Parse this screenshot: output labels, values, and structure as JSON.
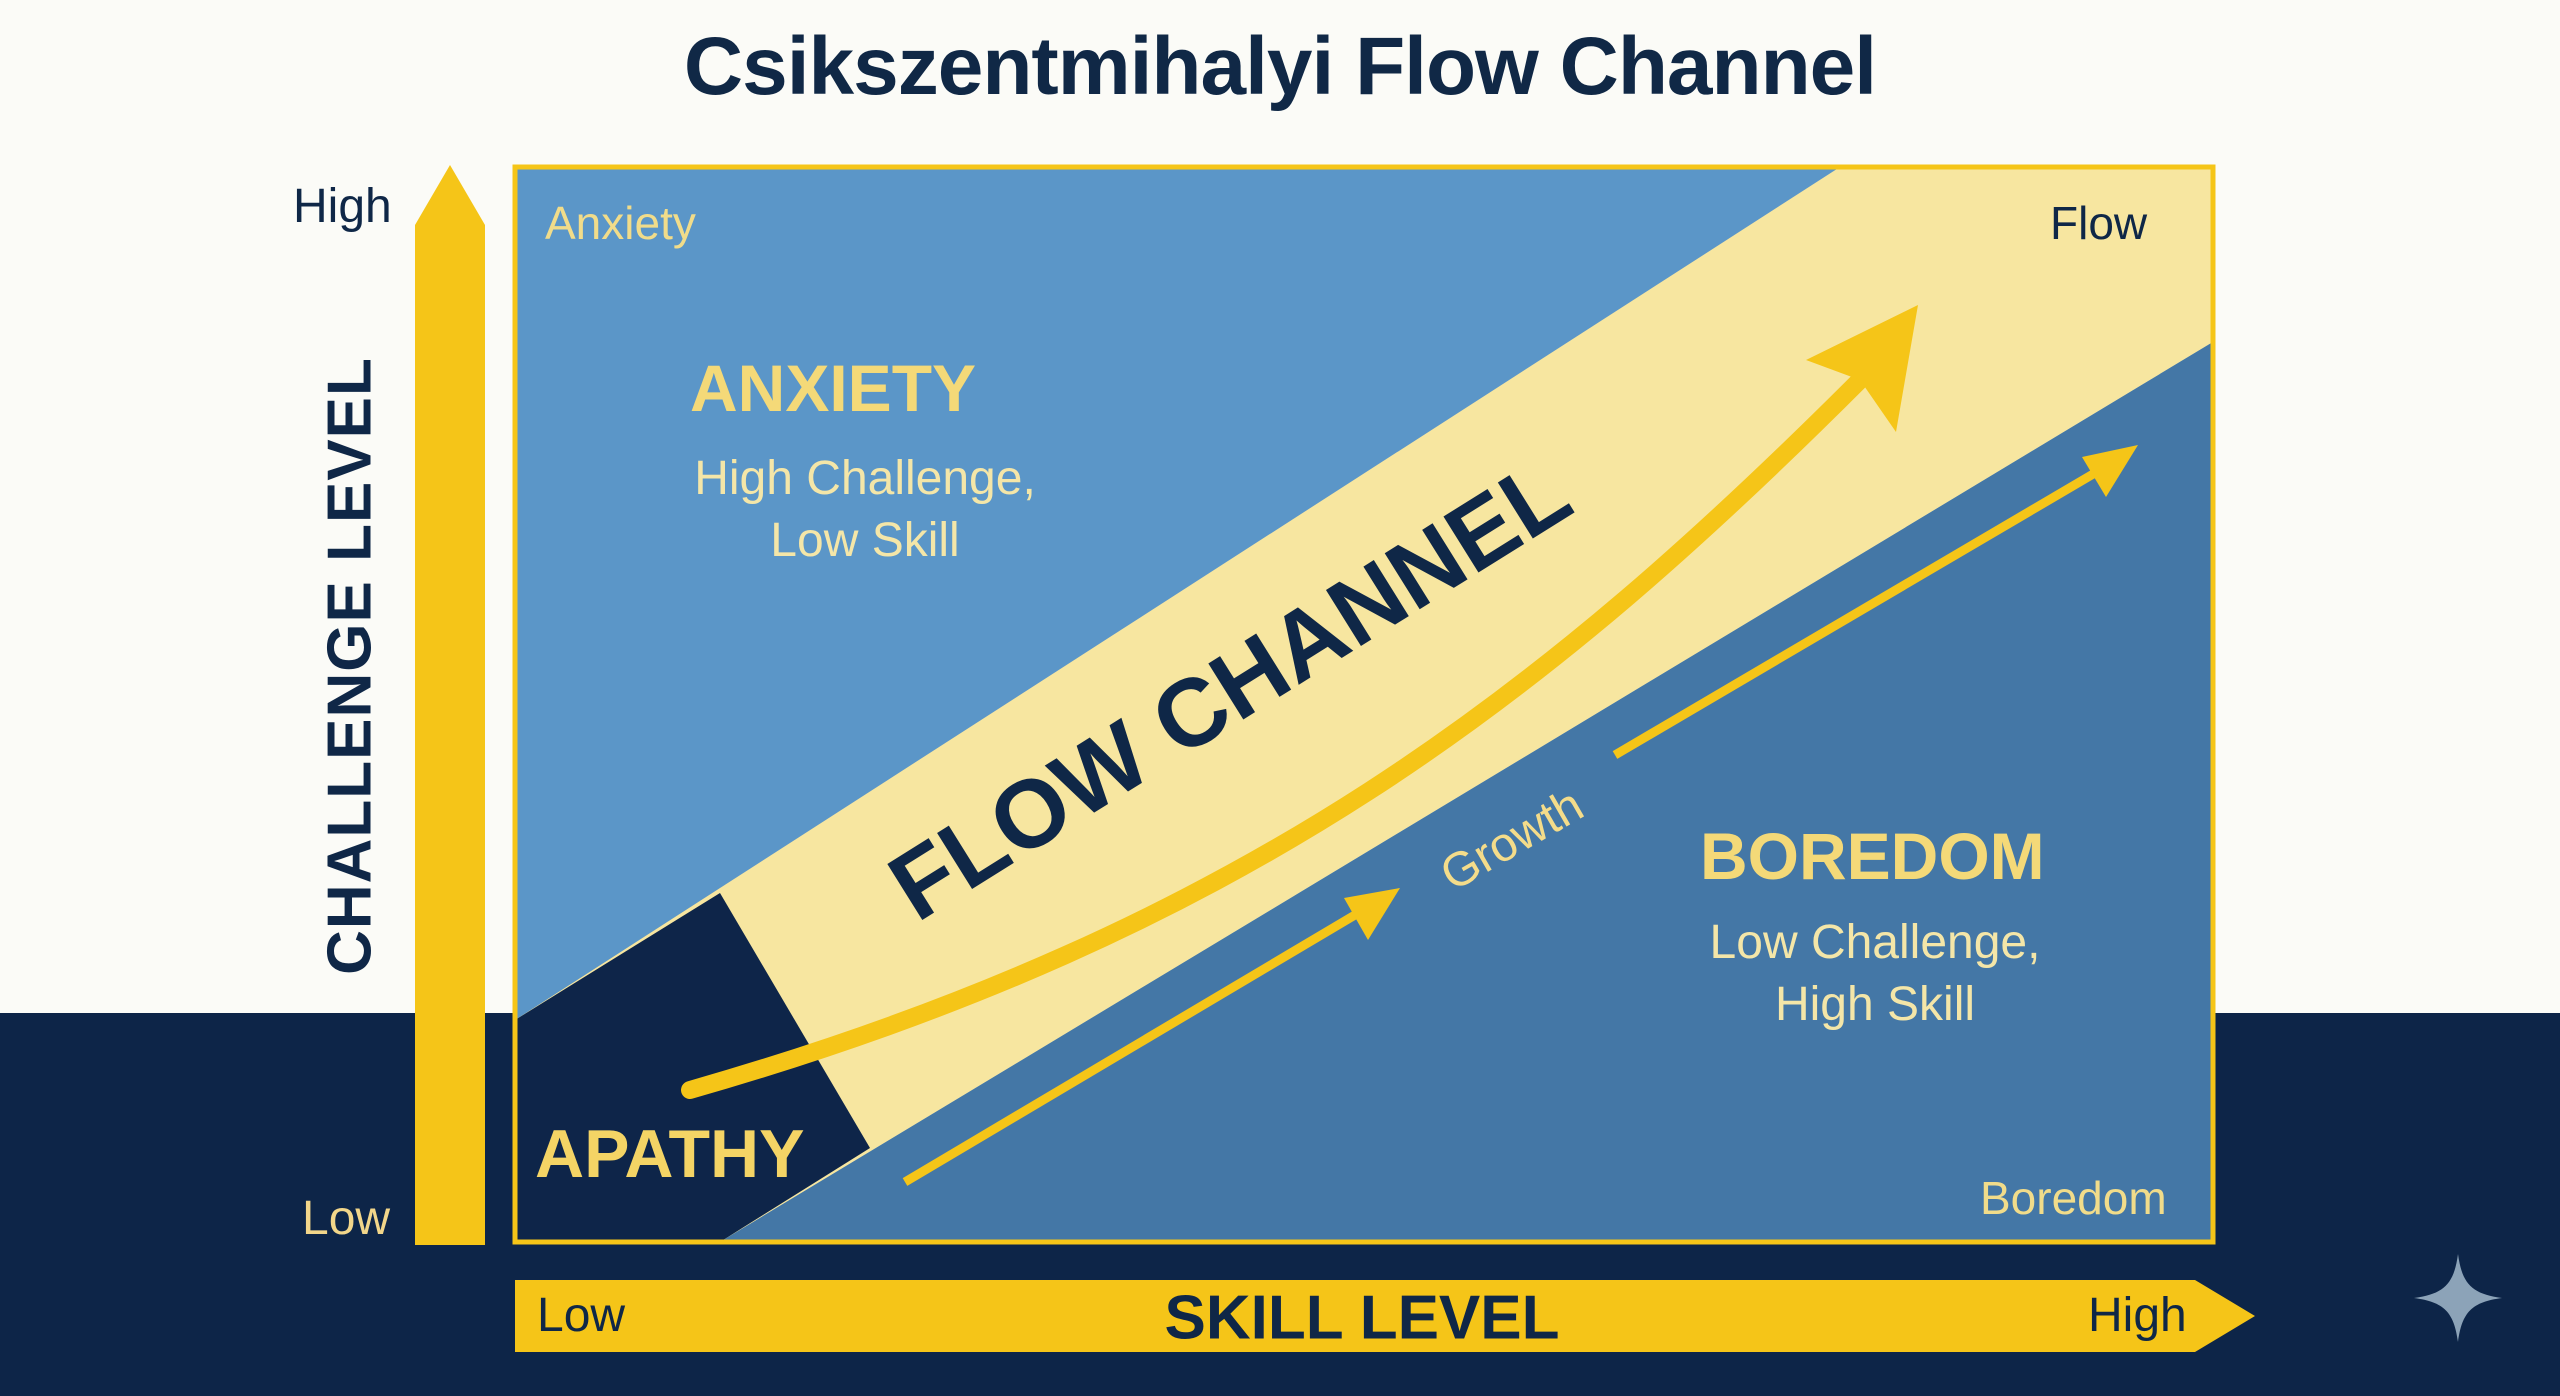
{
  "title": "Csikszentmihalyi Flow Channel",
  "y_axis": {
    "label": "CHALLENGE LEVEL",
    "high": "High",
    "low": "Low"
  },
  "x_axis": {
    "label": "SKILL LEVEL",
    "low": "Low",
    "high": "High"
  },
  "corners": {
    "top_left": "Anxiety",
    "top_right": "Flow",
    "bottom_right": "Boredom"
  },
  "zones": {
    "anxiety": {
      "title": "ANXIETY",
      "line1": "High Challenge,",
      "line2": "Low Skill"
    },
    "boredom": {
      "title": "BOREDOM",
      "line1": "Low Challenge,",
      "line2": "High Skill"
    },
    "apathy": {
      "title": "APATHY"
    },
    "flow_channel": {
      "title": "FLOW CHANNEL"
    }
  },
  "growth_label": "Growth",
  "colors": {
    "navy": "#0d2548",
    "anxiety_blue": "#5b96c8",
    "boredom_blue": "#4477a6",
    "channel_cream": "#f7e6a0",
    "accent_yellow": "#f5c518"
  },
  "icons": {
    "corner_mark": "sparkle-icon"
  }
}
